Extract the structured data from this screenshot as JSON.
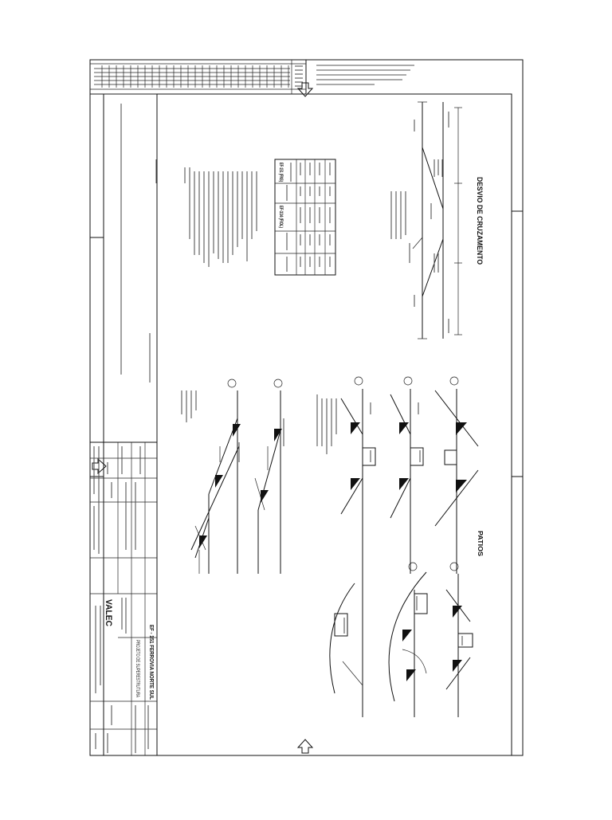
{
  "title_block": {
    "logo": "VALEC",
    "railway": "EF - 151 FERROVIA NORTE SUL",
    "project": "PROJETO DE SUPERESTRUTURA"
  },
  "crossover": {
    "title": "DESVIO DE CRUZAMENTO",
    "table_rows": [
      "EF-151 (FNS)",
      "EF-334 (FIOL)"
    ]
  },
  "yards": {
    "title": "PATIOS"
  }
}
